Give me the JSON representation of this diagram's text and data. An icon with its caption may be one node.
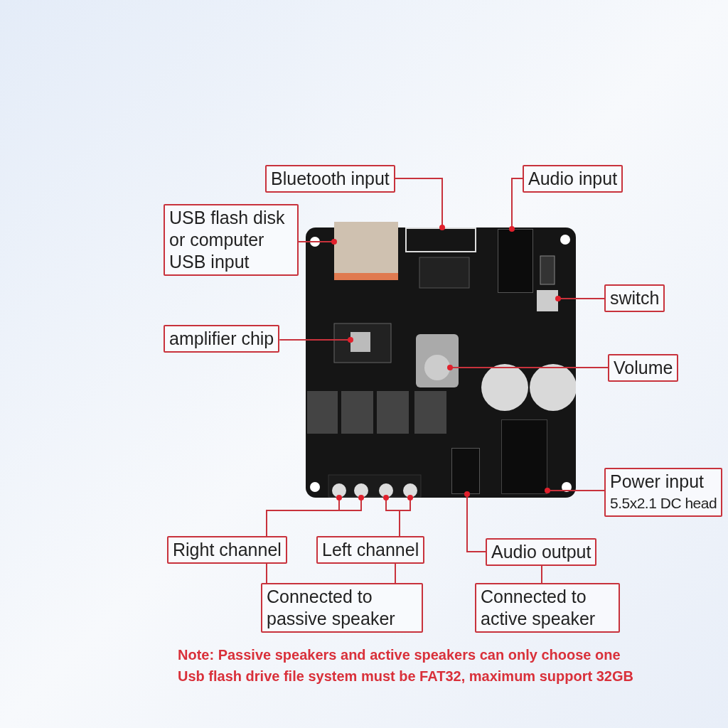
{
  "diagram": {
    "nodes": [
      {
        "text": [
          "Bluetooth input"
        ]
      },
      {
        "text": [
          "Audio input"
        ]
      },
      {
        "text": [
          "USB flash disk or computer USB input"
        ]
      },
      {
        "text": [
          "switch"
        ]
      },
      {
        "text": [
          "amplifier chip"
        ]
      },
      {
        "text": [
          "Volume"
        ]
      },
      {
        "text": [
          "Power input",
          "5.5x2.1 DC head"
        ]
      },
      {
        "text": [
          "Right channel"
        ]
      },
      {
        "text": [
          "Left channel"
        ]
      },
      {
        "text": [
          "Audio output"
        ]
      },
      {
        "text": [
          "Connected to passive speaker"
        ]
      },
      {
        "text": [
          "Connected to active speaker"
        ]
      },
      {
        "text": [],
        "shape": "picture"
      },
      {
        "text": [],
        "shape": "box",
        "in": 12
      },
      {
        "text": [],
        "shape": "box",
        "in": 12
      },
      {
        "text": [],
        "shape": "box",
        "in": 12
      },
      {
        "text": [],
        "shape": "box",
        "in": 12
      },
      {
        "text": [],
        "shape": "box",
        "in": 12
      },
      {
        "text": [],
        "shape": "circle",
        "in": 12
      },
      {
        "text": [],
        "shape": "box",
        "in": 12
      },
      {
        "text": [],
        "shape": "circle",
        "in": 12
      },
      {
        "text": [],
        "shape": "circle",
        "in": 12
      },
      {
        "text": [],
        "shape": "circle",
        "in": 12
      },
      {
        "text": [],
        "shape": "circle",
        "in": 12
      },
      {
        "text": [],
        "shape": "box",
        "in": 12
      }
    ],
    "edges": [
      {
        "from": 0,
        "to": 14,
        "arrow": "other"
      },
      {
        "from": 1,
        "to": 15,
        "arrow": "other"
      },
      {
        "from": 2,
        "to": 13,
        "arrow": "other"
      },
      {
        "from": 3,
        "to": 16,
        "arrow": "other"
      },
      {
        "from": 4,
        "to": 17,
        "arrow": "other"
      },
      {
        "from": 5,
        "to": 18,
        "arrow": "other"
      },
      {
        "from": 6,
        "to": 19,
        "arrow": "other"
      },
      {
        "from": 7,
        "to": 20,
        "arrow": "other"
      },
      {
        "from": 7,
        "to": 21,
        "arrow": "other"
      },
      {
        "from": 8,
        "to": 22,
        "arrow": "other"
      },
      {
        "from": 8,
        "to": 23,
        "arrow": "other"
      },
      {
        "from": 9,
        "to": 24,
        "arrow": "other"
      },
      {
        "from": 7,
        "to": 10,
        "arrow": "none"
      },
      {
        "from": 8,
        "to": 10,
        "arrow": "none"
      },
      {
        "from": 9,
        "to": 11,
        "arrow": "none"
      }
    ],
    "labels": [
      "Note: Passive speakers and active speakers can only choose one",
      "Usb flash drive file system must be FAT32, maximum support 32GB"
    ]
  }
}
